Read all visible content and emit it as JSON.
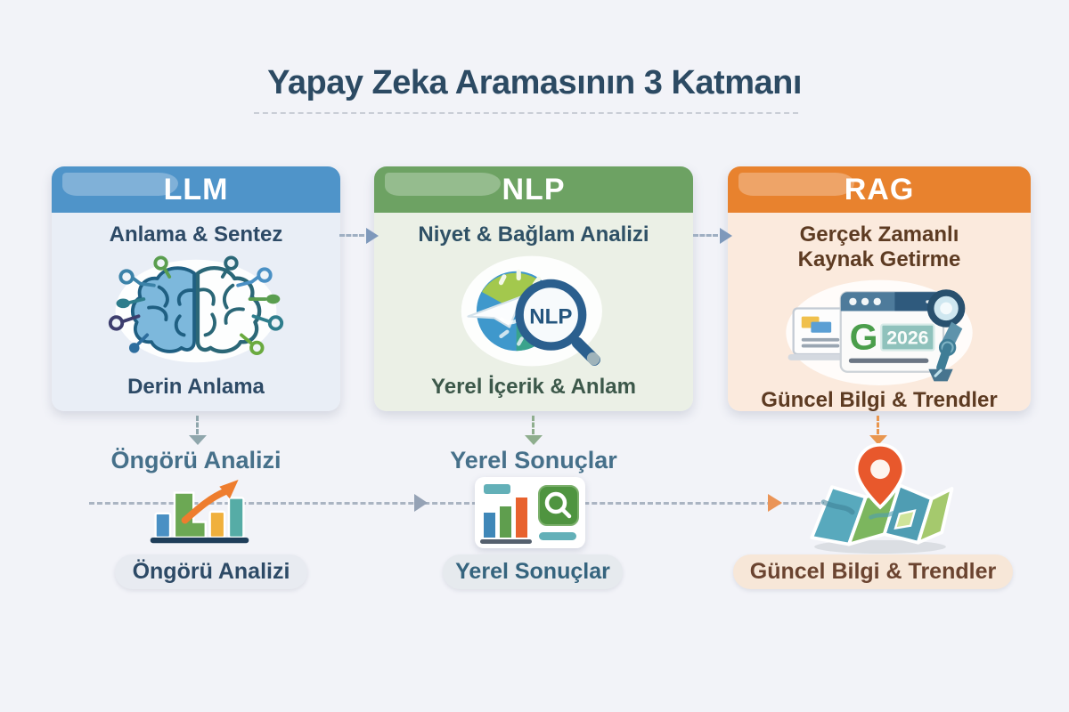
{
  "title": "Yapay Zeka Aramasının 3 Katmanı",
  "layers": [
    {
      "name": "LLM",
      "subtitle": "Anlama & Sentez",
      "caption": "Derin Anlama",
      "icon": "brain-circuit-icon",
      "header_color": "#4f94c9",
      "body_color": "#e9eef6",
      "subtitle_color": "#2d4a66",
      "caption_color": "#2d4a66"
    },
    {
      "name": "NLP",
      "subtitle": "Niyet & Bağlam Analizi",
      "caption": "Yerel İçerik & Anlam",
      "icon": "globe-magnifier-nlp-icon",
      "magnifier_label": "NLP",
      "header_color": "#6da263",
      "body_color": "#ebf0e6",
      "subtitle_color": "#2f5166",
      "caption_color": "#3c584a"
    },
    {
      "name": "RAG",
      "subtitle": "Gerçek Zamanlı Kaynak Getirme",
      "caption": "Güncel Bilgi & Trendler",
      "icon": "browser-search-robot-icon",
      "google_letter": "G",
      "year_badge": "2026",
      "header_color": "#e8822e",
      "body_color": "#fbeadd",
      "subtitle_color": "#5d3b22",
      "caption_color": "#5d3b22"
    }
  ],
  "outputs": [
    {
      "label": "Öngörü Analizi",
      "pill": "Öngörü Analizi",
      "icon": "growth-bar-chart-icon",
      "pill_bg": "#e8ebf1",
      "pill_color": "#2d4a66"
    },
    {
      "label": "Yerel Sonuçlar",
      "pill": "Yerel Sonuçlar",
      "icon": "local-results-search-icon",
      "pill_bg": "#e6eaee",
      "pill_color": "#35647e"
    },
    {
      "pill": "Güncel Bilgi & Trendler",
      "icon": "map-location-pin-icon",
      "pill_bg": "#f7e7d8",
      "pill_color": "#6b4430"
    }
  ],
  "colors": {
    "background": "#f2f3f8",
    "title": "#2c4a63",
    "divider": "#c9cdd6",
    "flow_dash": "#9fafc2",
    "flow_head": "#7e99bb",
    "bottom_dash": "#aab4c2",
    "bottom_head_gray": "#95a2b5",
    "bottom_head_orange": "#ea9457",
    "down_arrow_llm": "#8fa6ac",
    "down_arrow_nlp": "#8fae8e",
    "down_arrow_rag": "#e9964f"
  }
}
